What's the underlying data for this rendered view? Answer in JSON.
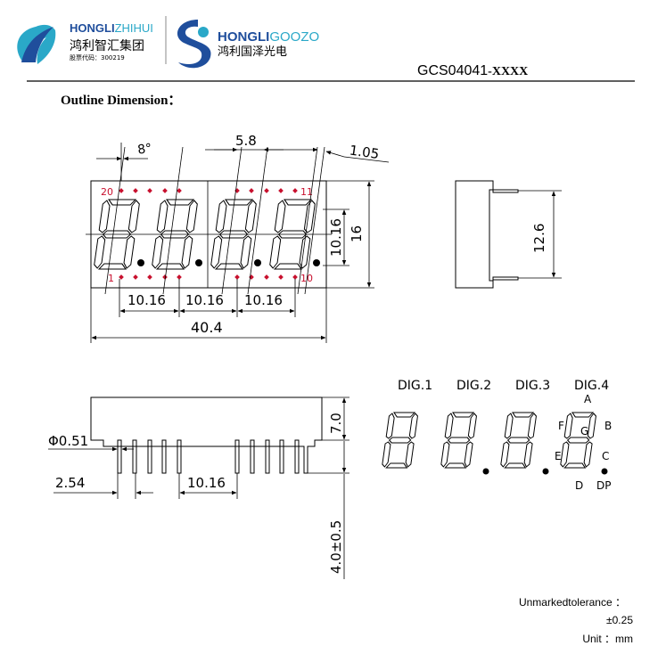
{
  "header": {
    "logo1_brand_a": "HONGLI",
    "logo1_brand_b": "ZHIHUI",
    "logo1_cn": "鸿利智汇集团",
    "logo1_stock": "股票代码：300219",
    "logo2_brand_a": "HONGLI",
    "logo2_brand_b": "GOOZO",
    "logo2_cn": "鸿利国泽光电",
    "part_number": "GCS04041",
    "part_suffix": "-XXXX"
  },
  "section_title": "Outline Dimension：",
  "front_view": {
    "angle": "8°",
    "dim_top": "5.8",
    "dim_pin": "1.05",
    "dim_h1": "10.16",
    "dim_h2": "16",
    "dim_pitch1": "10.16",
    "dim_pitch2": "10.16",
    "dim_pitch3": "10.16",
    "dim_width": "40.4",
    "pin20": "20",
    "pin11": "11",
    "pin1": "1",
    "pin10": "10"
  },
  "side_view": {
    "dim_depth": "12.6"
  },
  "bottom_view": {
    "dim_dia": "Φ0.51",
    "dim_height": "7.0",
    "dim_pitch": "2.54",
    "dim_group": "10.16",
    "dim_pin_len": "4.0±0.5"
  },
  "digits": {
    "dig1": "DIG.1",
    "dig2": "DIG.2",
    "dig3": "DIG.3",
    "dig4": "DIG.4",
    "seg_a": "A",
    "seg_b": "B",
    "seg_c": "C",
    "seg_d": "D",
    "seg_e": "E",
    "seg_f": "F",
    "seg_g": "G",
    "seg_dp": "DP"
  },
  "notes": {
    "tolerance_label": "Unmarkedtolerance ：",
    "tolerance_value": "±0.25",
    "unit_label": "Unit ：mm"
  }
}
